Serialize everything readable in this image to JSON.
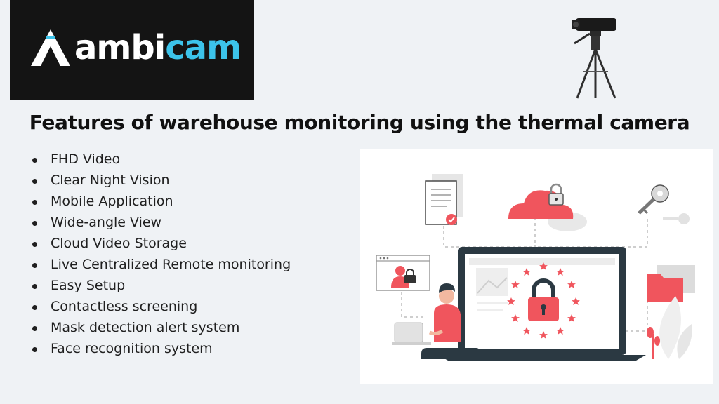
{
  "brand": {
    "name_part1": "ambi",
    "name_part2": "cam",
    "colors": {
      "box": "#141414",
      "white": "#ffffff",
      "accent": "#3cc3ea"
    }
  },
  "headline": "Features of warehouse monitoring using the thermal camera",
  "features": [
    "FHD Video",
    "Clear Night Vision",
    "Mobile Application",
    "Wide-angle View",
    "Cloud Video Storage",
    "Live Centralized Remote monitoring",
    "Easy Setup",
    "Contactless screening",
    "Mask detection alert system",
    "Face recognition system"
  ],
  "illustration": {
    "accent_color": "#f0555d",
    "icons": [
      "document-check-icon",
      "cloud-lock-icon",
      "key-icon",
      "user-lock-window-icon",
      "folder-icon",
      "laptop-padlock-icon",
      "person-laptop-figure",
      "plant-icon"
    ]
  },
  "camera": {
    "icon": "thermal-camera-tripod-icon"
  }
}
